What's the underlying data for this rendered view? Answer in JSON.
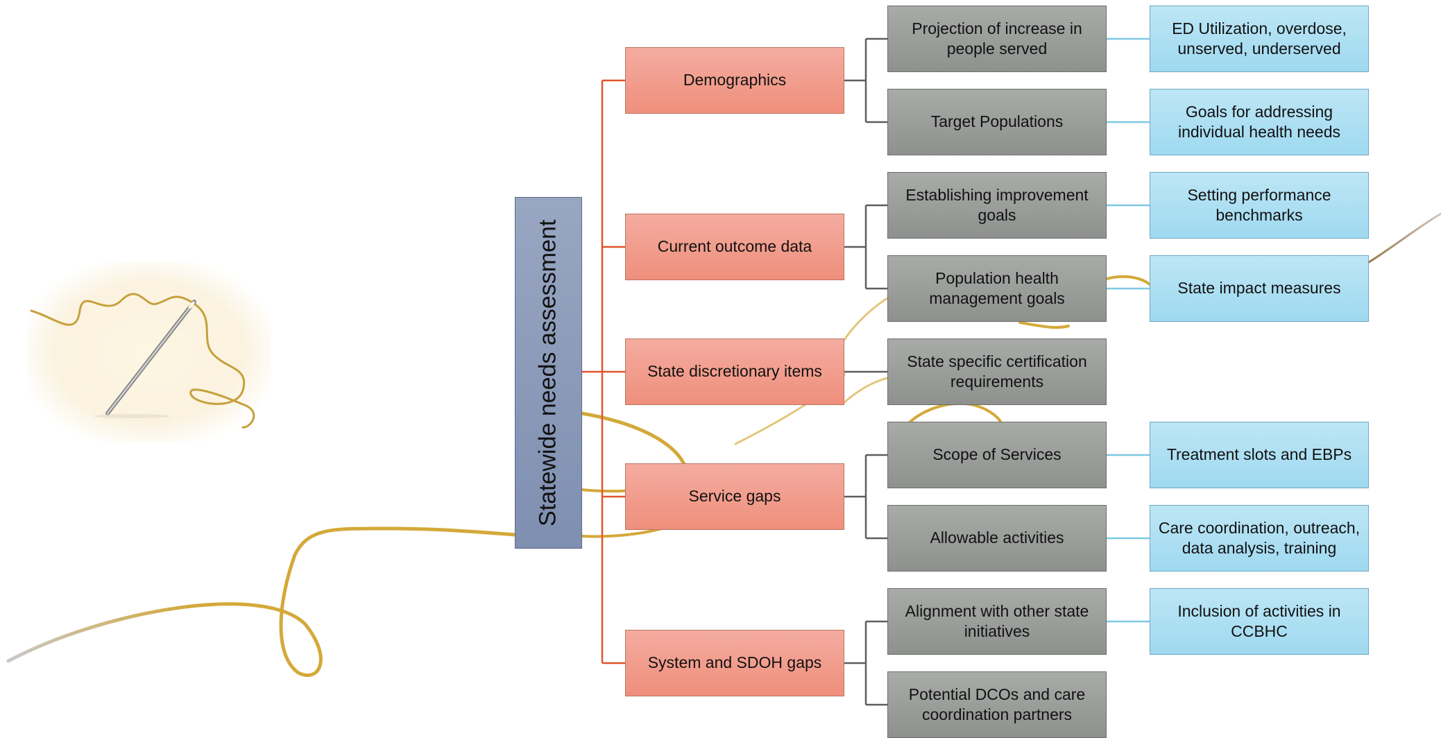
{
  "root": {
    "label": "Statewide needs assessment"
  },
  "categories": [
    {
      "label": "Demographics",
      "children": [
        {
          "label": "Projection of increase in people served",
          "detail": "ED Utilization, overdose, unserved, underserved"
        },
        {
          "label": "Target Populations",
          "detail": "Goals for addressing individual health needs"
        }
      ]
    },
    {
      "label": "Current outcome data",
      "children": [
        {
          "label": "Establishing improvement goals",
          "detail": "Setting performance benchmarks"
        },
        {
          "label": "Population health management goals",
          "detail": "State impact measures"
        }
      ]
    },
    {
      "label": "State discretionary items",
      "children": [
        {
          "label": "State specific certification requirements"
        }
      ]
    },
    {
      "label": "Service gaps",
      "children": [
        {
          "label": "Scope of Services",
          "detail": "Treatment slots and EBPs"
        },
        {
          "label": "Allowable activities",
          "detail": "Care coordination, outreach, data analysis, training"
        }
      ]
    },
    {
      "label": "System and SDOH gaps",
      "children": [
        {
          "label": "Alignment with other state initiatives",
          "detail": "Inclusion of activities in CCBHC"
        },
        {
          "label": "Potential DCOs and care coordination partners"
        }
      ]
    }
  ],
  "colors": {
    "root_fill": "#8c9bbb",
    "category_fill": "#f29c8b",
    "sub_fill": "#9b9e9b",
    "detail_fill": "#aee0f3",
    "root_connector": "#e0542b",
    "sub_connector": "#5b5f5b",
    "detail_connector": "#7ec8e3",
    "thread": "#d4a93a"
  },
  "decor": {
    "icon": "needle-and-thread-icon"
  }
}
